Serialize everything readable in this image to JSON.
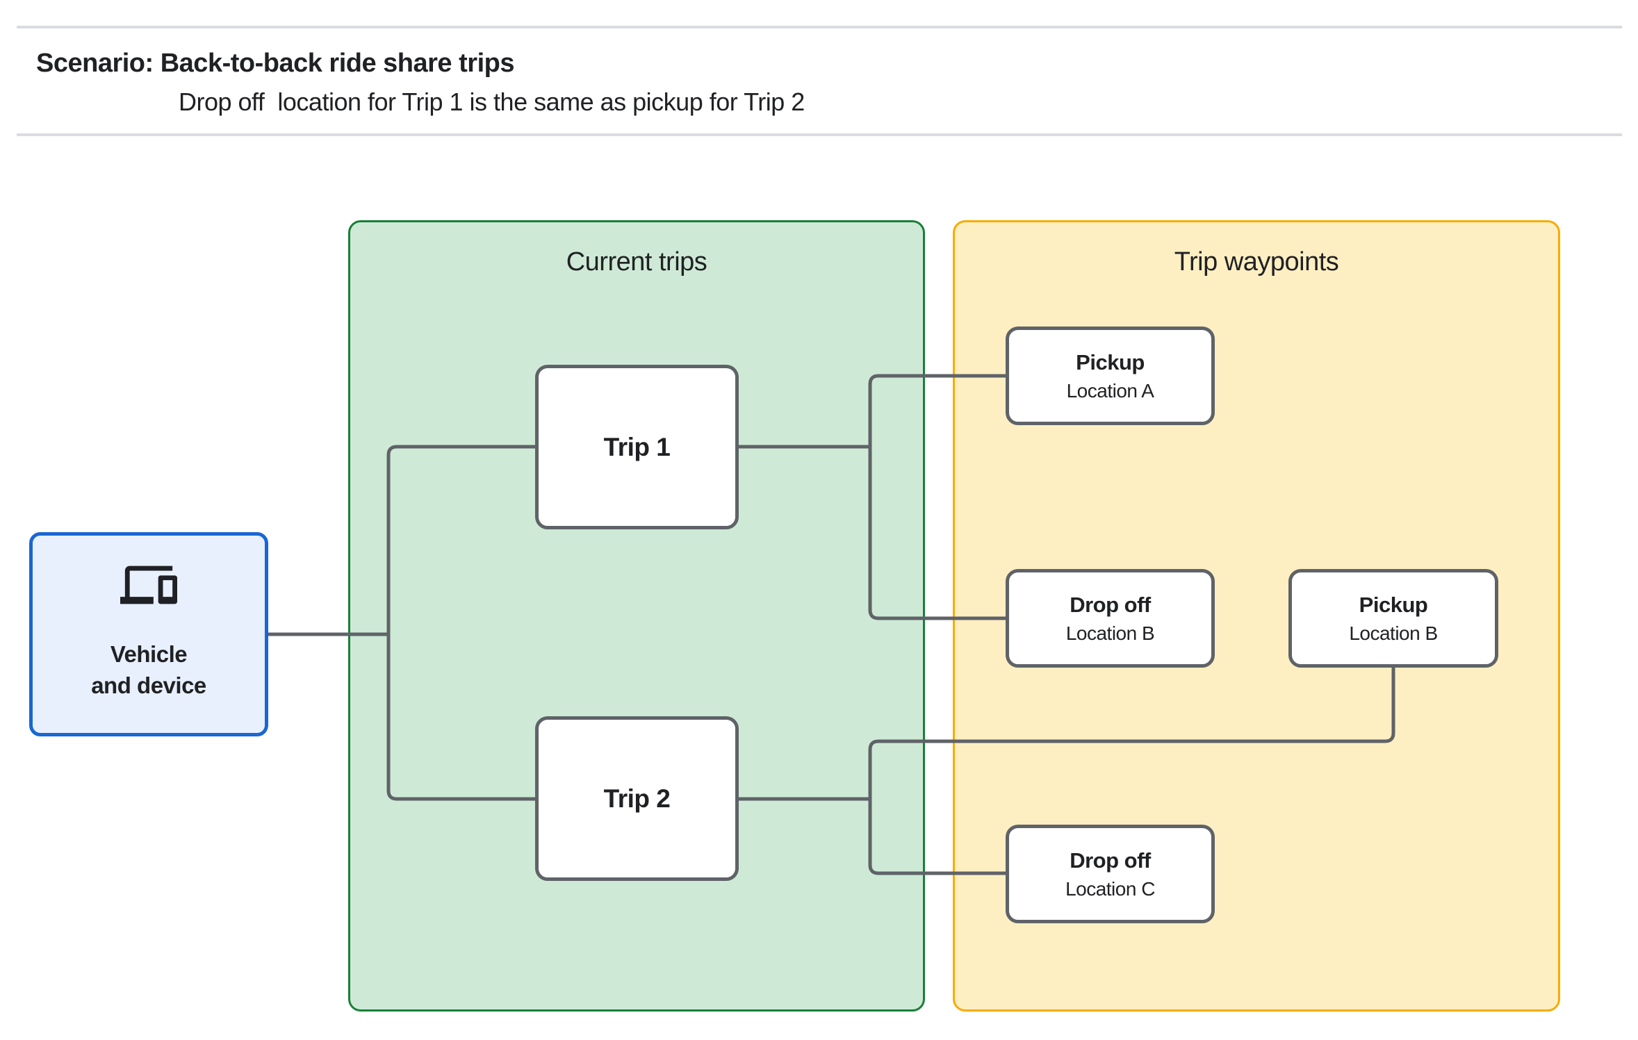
{
  "header": {
    "title": "Scenario: Back-to-back ride share trips",
    "subtitle": "Drop off  location for Trip 1 is the same as pickup for Trip 2"
  },
  "diagram": {
    "vehicle": {
      "icon": "devices-icon",
      "label_line1": "Vehicle",
      "label_line2": "and device"
    },
    "groups": {
      "current_trips": {
        "label": "Current trips"
      },
      "trip_waypoints": {
        "label": "Trip waypoints"
      }
    },
    "trips": [
      {
        "label": "Trip 1"
      },
      {
        "label": "Trip 2"
      }
    ],
    "waypoints": [
      {
        "title": "Pickup",
        "subtitle": "Location A"
      },
      {
        "title": "Drop off",
        "subtitle": "Location B"
      },
      {
        "title": "Pickup",
        "subtitle": "Location B"
      },
      {
        "title": "Drop off",
        "subtitle": "Location C"
      }
    ],
    "colors": {
      "text": "#202124",
      "divider": "#dadce0",
      "connector": "#5f6368",
      "node_border": "#5f6368",
      "vehicle_fill": "#e8f0fe",
      "vehicle_border": "#1967d2",
      "container_green_fill": "#ceead6",
      "container_green_border": "#188038",
      "container_yellow_fill": "#feefc3",
      "container_yellow_border": "#f9ab00"
    }
  }
}
